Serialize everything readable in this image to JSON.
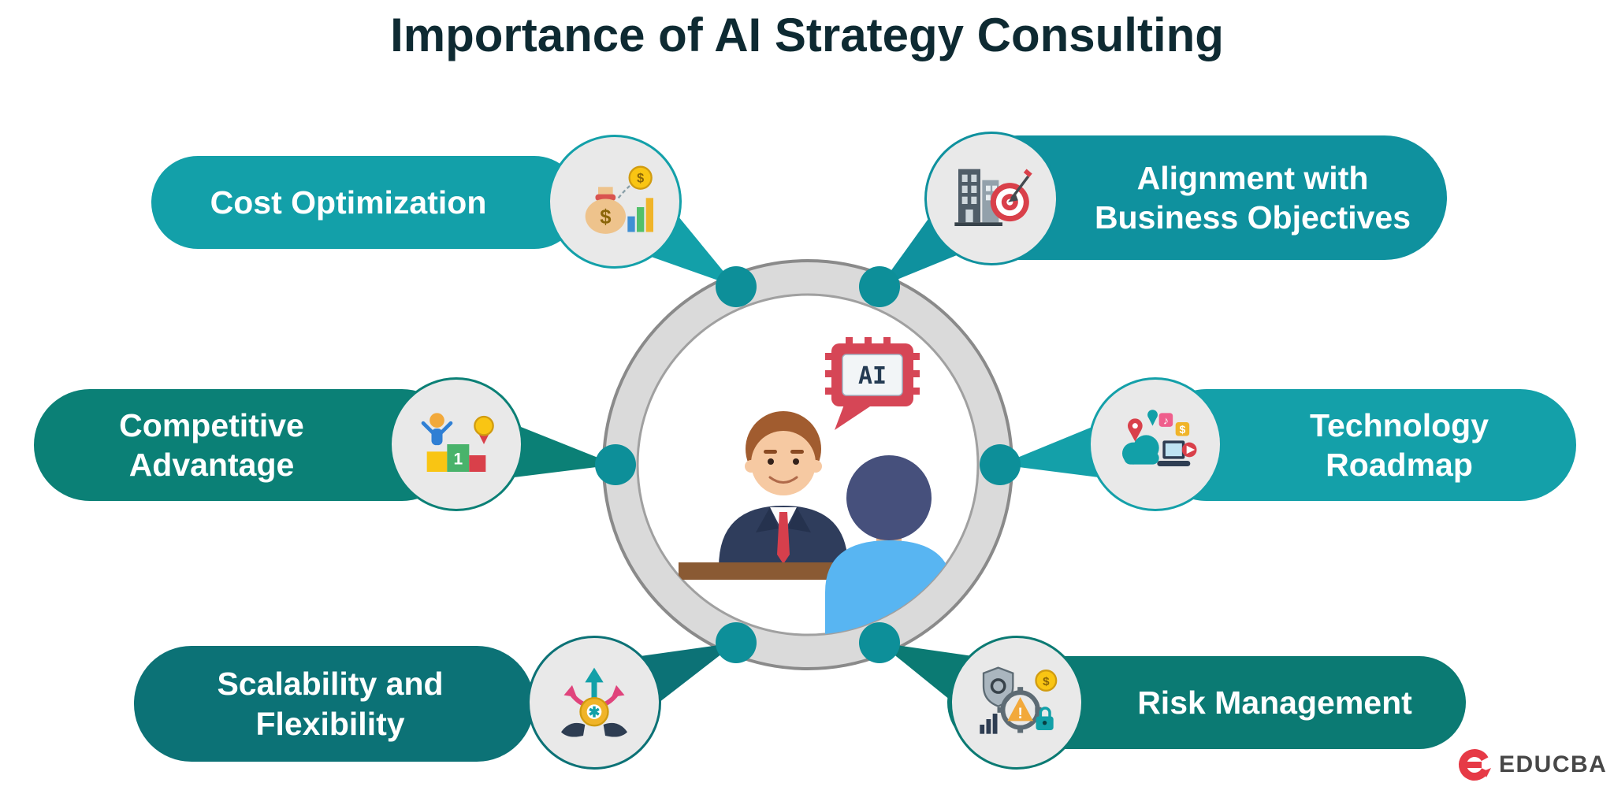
{
  "title": "Importance of AI Strategy Consulting",
  "items": [
    {
      "id": "cost-optimization",
      "line1": "Cost Optimization",
      "line2": "",
      "color": "#13a0a9",
      "icon": "money-bag-chart-icon"
    },
    {
      "id": "alignment-with-business-objectives",
      "line1": "Alignment with",
      "line2": "Business Objectives",
      "color": "#0f919e",
      "icon": "building-target-icon"
    },
    {
      "id": "competitive-advantage",
      "line1": "Competitive",
      "line2": "Advantage",
      "color": "#0b8076",
      "icon": "winner-podium-icon"
    },
    {
      "id": "technology-roadmap",
      "line1": "Technology",
      "line2": "Roadmap",
      "color": "#14a0a9",
      "icon": "tech-roadmap-icon"
    },
    {
      "id": "scalability-and-flexibility",
      "line1": "Scalability and",
      "line2": "Flexibility",
      "color": "#0c7276",
      "icon": "branching-arrows-icon"
    },
    {
      "id": "risk-management",
      "line1": "Risk Management",
      "line2": "",
      "color": "#0b7a73",
      "icon": "risk-shield-icon"
    }
  ],
  "center": {
    "ai_chip_label": "AI"
  },
  "glyphs": {
    "dollar": "$",
    "rank_one": "1",
    "exclamation": "!",
    "music_note": "♪"
  },
  "colors": {
    "connector_dot": "#0d8f99",
    "ring_fill": "#dadada",
    "ring_stroke": "#8a8a8a",
    "inner_circle_fill": "#ffffff",
    "inner_circle_stroke": "#a0a0a0",
    "title_text": "#0e2a32",
    "logo_red": "#e63a46",
    "logo_text": "#474747"
  },
  "logo": {
    "brand": "EDUCBA"
  }
}
